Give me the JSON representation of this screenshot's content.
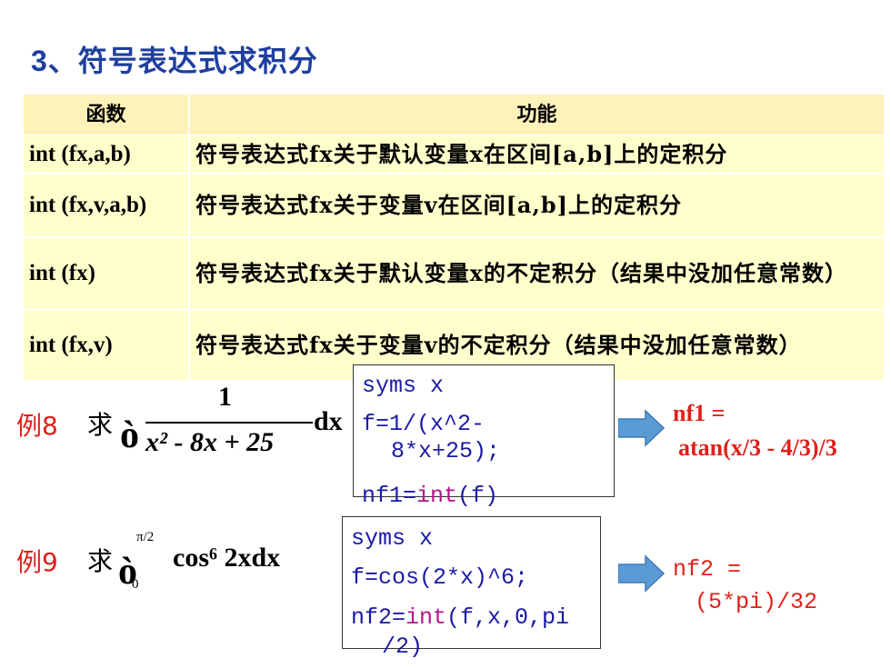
{
  "title": "3、符号表达式求积分",
  "table": {
    "headers": [
      "函数",
      "功能"
    ],
    "rows": [
      {
        "func": "int (fx,a,b)",
        "desc": "符号表达式fx关于默认变量x在区间[a,b]上的定积分"
      },
      {
        "func": "int (fx,v,a,b)",
        "desc": "符号表达式fx关于变量v在区间[a,b]上的定积分"
      },
      {
        "func": "int (fx)",
        "desc": "符号表达式fx关于默认变量x的不定积分（结果中没加任意常数）"
      },
      {
        "func": "int (fx,v)",
        "desc": "符号表达式fx关于变量v的不定积分（结果中没加任意常数）"
      }
    ]
  },
  "example8": {
    "label": "例8",
    "qiu": "求",
    "integral_sign": "ò",
    "numerator": "1",
    "denominator": "x² - 8x + 25",
    "dx": "dx",
    "code": {
      "line1": "syms x",
      "line2a": "f=1/(x^2-",
      "line2b": "8*x+25);",
      "line3_var": "nf1=",
      "line3_kw": "int",
      "line3_arg": "(f)"
    },
    "result": {
      "line1": "nf1 =",
      "line2": "atan(x/3 - 4/3)/3"
    }
  },
  "example9": {
    "label": "例9",
    "qiu": "求",
    "integral_sign": "ò",
    "upper": "π/2",
    "lower": "0",
    "integrand": "cos⁶ 2xdx",
    "code": {
      "line1": "syms x",
      "line2": "f=cos(2*x)^6;",
      "line3_var": "nf2=",
      "line3_kw": "int",
      "line3_arg": "(f,x,0,pi",
      "line3_cont": "/2)"
    },
    "result": {
      "line1": "nf2 =",
      "line2": "(5*pi)/32"
    }
  },
  "colors": {
    "title": "#1f3f9f",
    "table_bg": "#ffffcc",
    "example_label": "#e0201a",
    "code": "#1a1aa6",
    "keyword": "#b5168d",
    "arrow": "#5b9bd5"
  }
}
